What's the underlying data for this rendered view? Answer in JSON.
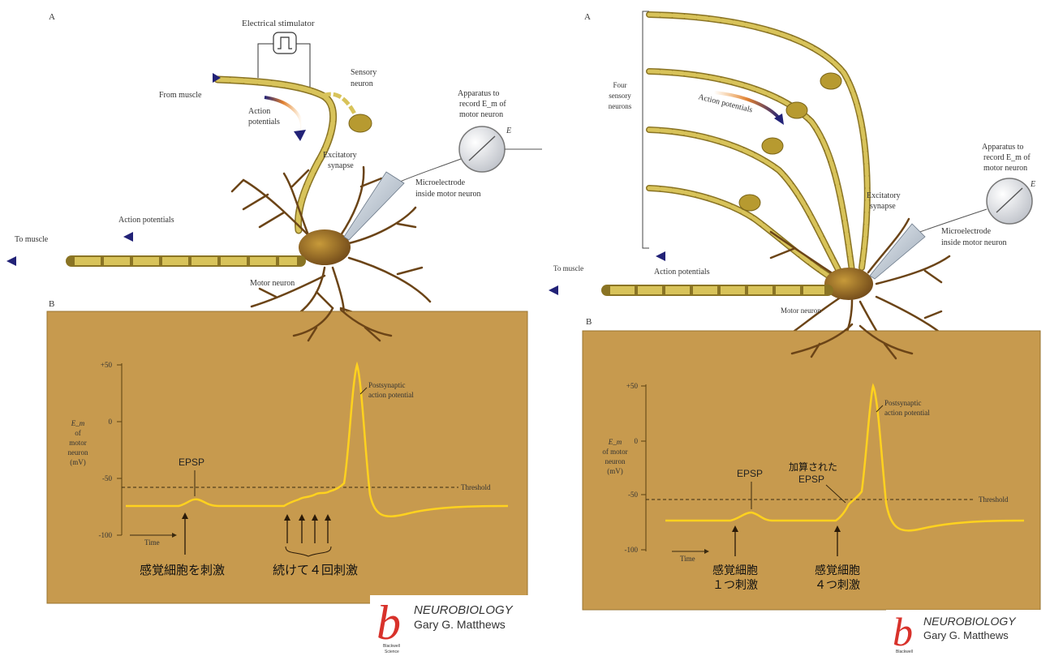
{
  "left": {
    "panel_a_letter": "A",
    "panel_b_letter": "B",
    "stimulator": "Electrical stimulator",
    "sensory_neuron": [
      "Sensory",
      "neuron"
    ],
    "from_muscle": "From muscle",
    "action_potentials_arrow": [
      "Action",
      "potentials"
    ],
    "apparatus": [
      "Apparatus to",
      "record E_m of",
      "motor neuron"
    ],
    "meter_label": "E",
    "excitatory_synapse": [
      "Excitatory",
      "synapse"
    ],
    "microelectrode": [
      "Microelectrode",
      "inside motor neuron"
    ],
    "action_potentials_axon": "Action potentials",
    "to_muscle": "To muscle",
    "motor_neuron": "Motor neuron",
    "ylabel": [
      "E_m",
      "of",
      "motor",
      "neuron",
      "(mV)"
    ],
    "yticks": [
      "+50",
      "0",
      "-50",
      "-100"
    ],
    "epsp": "EPSP",
    "postsynaptic": [
      "Postsynaptic",
      "action potential"
    ],
    "threshold": "Threshold",
    "time": "Time",
    "stim_once": "感覚細胞を刺激",
    "stim_four": "続けて４回刺激"
  },
  "right": {
    "panel_a_letter": "A",
    "panel_b_letter": "B",
    "four_sensory": [
      "Four",
      "sensory",
      "neurons"
    ],
    "action_potentials_arrow": "Action potentials",
    "apparatus": [
      "Apparatus to",
      "record E_m of",
      "motor neuron"
    ],
    "meter_label": "E",
    "excitatory_synapse": [
      "Excitatory",
      "synapse"
    ],
    "microelectrode": [
      "Microelectrode",
      "inside motor neuron"
    ],
    "action_potentials_axon": "Action potentials",
    "to_muscle": "To muscle",
    "motor_neuron": "Motor neuron",
    "ylabel": [
      "E_m",
      "of motor",
      "neuron",
      "(mV)"
    ],
    "yticks": [
      "+50",
      "0",
      "-50",
      "-100"
    ],
    "epsp": "EPSP",
    "summed_epsp": [
      "加算された",
      "EPSP"
    ],
    "postsynaptic": [
      "Postsynaptic",
      "action potential"
    ],
    "threshold": "Threshold",
    "time": "Time",
    "stim_one": [
      "感覚細胞",
      "１つ刺激"
    ],
    "stim_four": [
      "感覚細胞",
      "４つ刺激"
    ]
  },
  "logo_left": {
    "letter": "b",
    "title": "NEUROBIOLOGY",
    "author": "Gary G. Matthews",
    "publisher": [
      "Blackwell",
      "Science"
    ]
  },
  "logo_right": {
    "letter": "b",
    "title": "NEUROBIOLOGY",
    "author": "Gary G. Matthews",
    "publisher": "Blackwell"
  },
  "colors": {
    "panel": "#c79a4e",
    "panel_edge": "#9a7430",
    "trace": "#ffd21e",
    "axon": "#cdb64a",
    "neuron": "#6b4417",
    "arrow": "#2a2a7a",
    "logo_red": "#d8322b"
  }
}
